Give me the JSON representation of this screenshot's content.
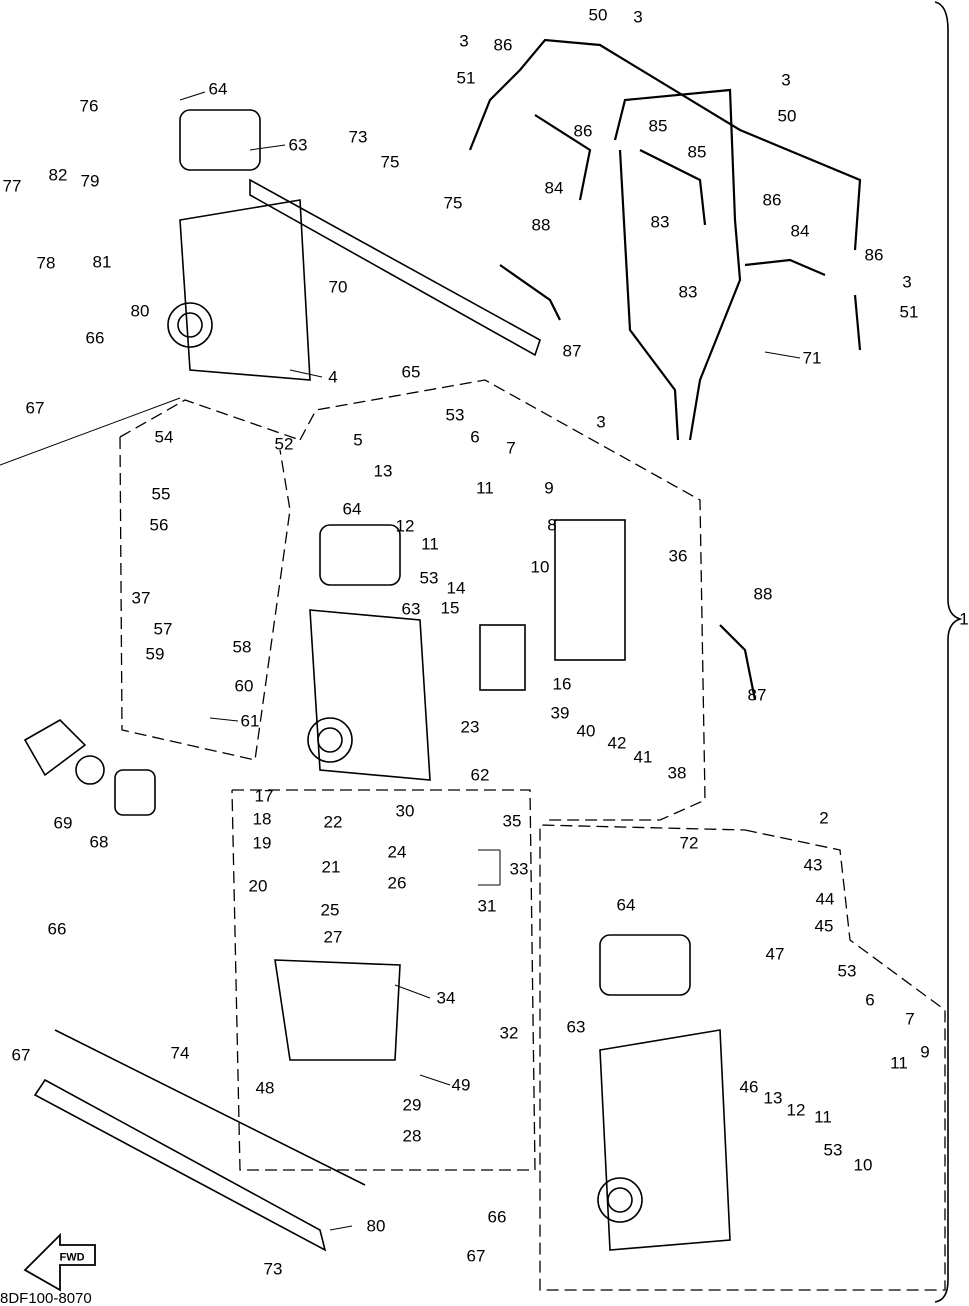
{
  "diagram_code": "8DF100-8070",
  "fwd_arrow_label": "FWD",
  "assembly_label": "1",
  "callouts": [
    "64",
    "76",
    "63",
    "73",
    "75",
    "77",
    "82",
    "79",
    "78",
    "81",
    "80",
    "75",
    "70",
    "66",
    "4",
    "67",
    "65",
    "53",
    "6",
    "7",
    "3",
    "5",
    "13",
    "11",
    "9",
    "12",
    "11",
    "8",
    "36",
    "53",
    "14",
    "10",
    "15",
    "63",
    "54",
    "52",
    "55",
    "64",
    "56",
    "37",
    "57",
    "58",
    "59",
    "60",
    "61",
    "16",
    "88",
    "87",
    "23",
    "39",
    "40",
    "42",
    "41",
    "38",
    "62",
    "17",
    "18",
    "22",
    "30",
    "35",
    "19",
    "24",
    "21",
    "33",
    "20",
    "26",
    "25",
    "31",
    "27",
    "34",
    "32",
    "48",
    "49",
    "29",
    "28",
    "69",
    "68",
    "66",
    "67",
    "74",
    "72",
    "2",
    "43",
    "44",
    "45",
    "64",
    "47",
    "53",
    "6",
    "7",
    "63",
    "46",
    "13",
    "12",
    "11",
    "11",
    "9",
    "53",
    "10",
    "80",
    "66",
    "67",
    "73",
    "50",
    "3",
    "3",
    "51",
    "86",
    "3",
    "50",
    "86",
    "85",
    "85",
    "84",
    "86",
    "83",
    "88",
    "84",
    "86",
    "83",
    "87",
    "3",
    "51",
    "71"
  ],
  "colors": {
    "line": "#000000",
    "background": "#ffffff"
  }
}
